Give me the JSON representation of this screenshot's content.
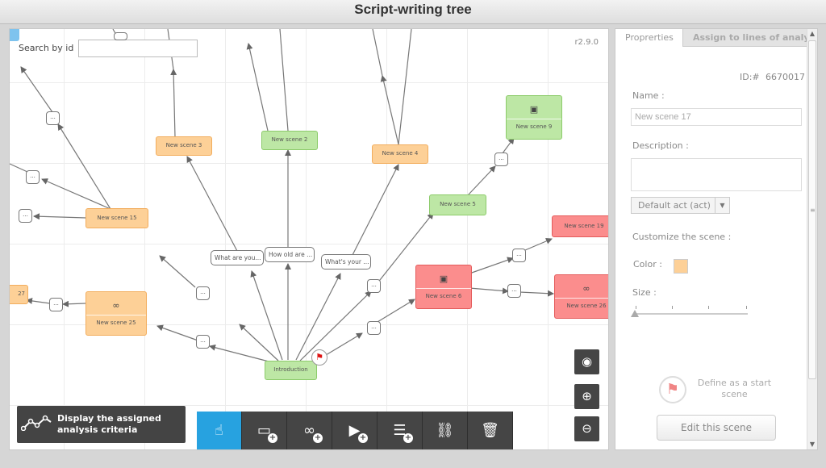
{
  "window": {
    "title": "Script-writing tree"
  },
  "canvas": {
    "search_label": "Search by id",
    "search_value": "",
    "version": "r2.9.0",
    "nodes": {
      "introduction": "Introduction",
      "scene2": "New scene 2",
      "scene3": "New scene 3",
      "scene4": "New scene 4",
      "scene5": "New scene 5",
      "scene6": "New scene 6",
      "scene9": "New scene 9",
      "scene15": "New scene 15",
      "scene19": "New scene 19",
      "scene25": "New scene 25",
      "scene26": "New scene 26",
      "scene27": "27"
    },
    "choices": {
      "what_are_you": "What are you...",
      "how_old": "How old are ...",
      "whats_your": "What's your ..."
    },
    "dots": "...",
    "icons": {
      "film": "film-icon",
      "link": "link-icon",
      "flag": "flag-icon"
    }
  },
  "criteria_button": {
    "label": "Display the assigned analysis criteria"
  },
  "toolbar": {
    "tools": [
      "select-tool",
      "add-scene",
      "add-link",
      "add-video",
      "add-list",
      "link-scenes",
      "delete"
    ]
  },
  "panel": {
    "tabs": {
      "properties": "Proprerties",
      "assign": "Assign to lines of analysis"
    },
    "id_label": "ID:#",
    "id_value": "6670017",
    "name_label": "Name :",
    "name_value": "New scene 17",
    "description_label": "Description :",
    "description_value": "",
    "act_select": "Default act (act)",
    "customize_label": "Customize the scene :",
    "color_label": "Color :",
    "color_value": "#fdd097",
    "size_label": "Size :",
    "size_level": 0,
    "start_label": "Define as a start scene",
    "edit_button": "Edit this scene"
  }
}
